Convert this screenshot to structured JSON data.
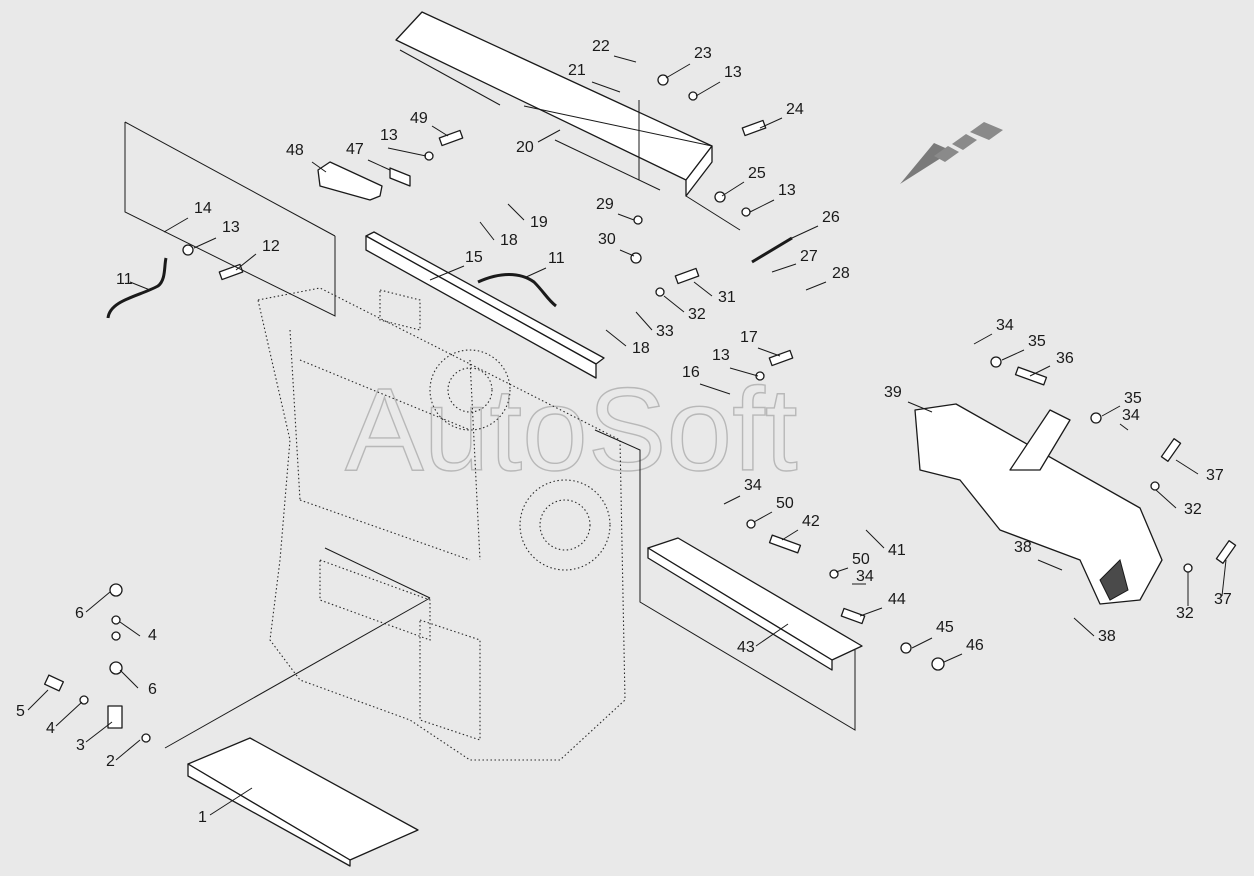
{
  "watermark": "AutoSoft",
  "callouts": [
    {
      "id": "c1",
      "text": "1"
    },
    {
      "id": "c2",
      "text": "2"
    },
    {
      "id": "c3",
      "text": "3"
    },
    {
      "id": "c4a",
      "text": "4"
    },
    {
      "id": "c4b",
      "text": "4"
    },
    {
      "id": "c5",
      "text": "5"
    },
    {
      "id": "c6a",
      "text": "6"
    },
    {
      "id": "c6b",
      "text": "6"
    },
    {
      "id": "c11a",
      "text": "11"
    },
    {
      "id": "c11b",
      "text": "11"
    },
    {
      "id": "c12",
      "text": "12"
    },
    {
      "id": "c13a",
      "text": "13"
    },
    {
      "id": "c13b",
      "text": "13"
    },
    {
      "id": "c13c",
      "text": "13"
    },
    {
      "id": "c13d",
      "text": "13"
    },
    {
      "id": "c13e",
      "text": "13"
    },
    {
      "id": "c14",
      "text": "14"
    },
    {
      "id": "c15",
      "text": "15"
    },
    {
      "id": "c16",
      "text": "16"
    },
    {
      "id": "c17",
      "text": "17"
    },
    {
      "id": "c18a",
      "text": "18"
    },
    {
      "id": "c18b",
      "text": "18"
    },
    {
      "id": "c19",
      "text": "19"
    },
    {
      "id": "c20",
      "text": "20"
    },
    {
      "id": "c21",
      "text": "21"
    },
    {
      "id": "c22",
      "text": "22"
    },
    {
      "id": "c23",
      "text": "23"
    },
    {
      "id": "c24",
      "text": "24"
    },
    {
      "id": "c25",
      "text": "25"
    },
    {
      "id": "c26",
      "text": "26"
    },
    {
      "id": "c27",
      "text": "27"
    },
    {
      "id": "c28",
      "text": "28"
    },
    {
      "id": "c29",
      "text": "29"
    },
    {
      "id": "c30",
      "text": "30"
    },
    {
      "id": "c31",
      "text": "31"
    },
    {
      "id": "c32a",
      "text": "32"
    },
    {
      "id": "c32b",
      "text": "32"
    },
    {
      "id": "c32c",
      "text": "32"
    },
    {
      "id": "c33",
      "text": "33"
    },
    {
      "id": "c34a",
      "text": "34"
    },
    {
      "id": "c34b",
      "text": "34"
    },
    {
      "id": "c34c",
      "text": "34"
    },
    {
      "id": "c34d",
      "text": "34"
    },
    {
      "id": "c35a",
      "text": "35"
    },
    {
      "id": "c35b",
      "text": "35"
    },
    {
      "id": "c36",
      "text": "36"
    },
    {
      "id": "c37a",
      "text": "37"
    },
    {
      "id": "c37b",
      "text": "37"
    },
    {
      "id": "c38a",
      "text": "38"
    },
    {
      "id": "c38b",
      "text": "38"
    },
    {
      "id": "c39",
      "text": "39"
    },
    {
      "id": "c41",
      "text": "41"
    },
    {
      "id": "c42",
      "text": "42"
    },
    {
      "id": "c43",
      "text": "43"
    },
    {
      "id": "c44",
      "text": "44"
    },
    {
      "id": "c45",
      "text": "45"
    },
    {
      "id": "c46",
      "text": "46"
    },
    {
      "id": "c47",
      "text": "47"
    },
    {
      "id": "c48",
      "text": "48"
    },
    {
      "id": "c49",
      "text": "49"
    },
    {
      "id": "c50a",
      "text": "50"
    },
    {
      "id": "c50b",
      "text": "50"
    }
  ]
}
